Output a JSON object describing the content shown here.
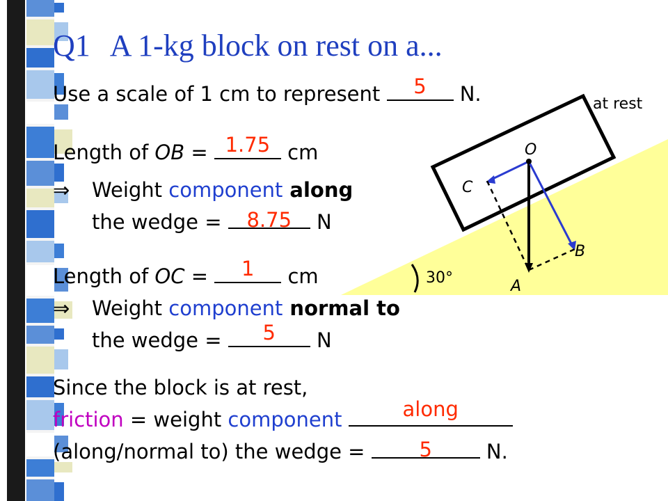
{
  "title": {
    "num": "Q1",
    "text": "A 1-kg block on rest on a..."
  },
  "scale": {
    "prefix": "Use a scale of 1 cm to represent",
    "answer": "5",
    "suffix": "N."
  },
  "ob": {
    "prefix_1": "Length of ",
    "var": "OB",
    "prefix_2": " = ",
    "answer": "1.75",
    "suffix": "cm"
  },
  "along": {
    "arrow": "⇒",
    "line1_a": "Weight ",
    "line1_b": "component",
    "line1_c": " along",
    "line2_prefix": "the wedge = ",
    "answer": "8.75",
    "suffix": "N"
  },
  "oc": {
    "prefix_1": "Length of ",
    "var": "OC",
    "prefix_2": " = ",
    "answer": "1",
    "suffix": "cm"
  },
  "normal": {
    "arrow": "⇒",
    "line1_a": "Weight ",
    "line1_b": "component",
    "line1_c": " normal to",
    "line2_prefix": "the wedge = ",
    "answer": "5",
    "suffix": "N"
  },
  "conclusion": {
    "line1": "Since the block is at rest,",
    "line2_a": "friction",
    "line2_b": " = weight ",
    "line2_c": "component",
    "answer_along": "along",
    "line3_prefix": "(along/normal to) the wedge = ",
    "answer_force": "5",
    "line3_suffix": "N."
  },
  "diagram": {
    "at_rest": "at rest",
    "label_o": "O",
    "label_a": "A",
    "label_b": "B",
    "label_c": "C",
    "angle": "30°"
  },
  "colors": {
    "title": "#1f3fbf",
    "answer": "#ff2a00",
    "keyword": "#1f3fcf",
    "friction": "#c000c0",
    "wedge": "#ffff99"
  }
}
